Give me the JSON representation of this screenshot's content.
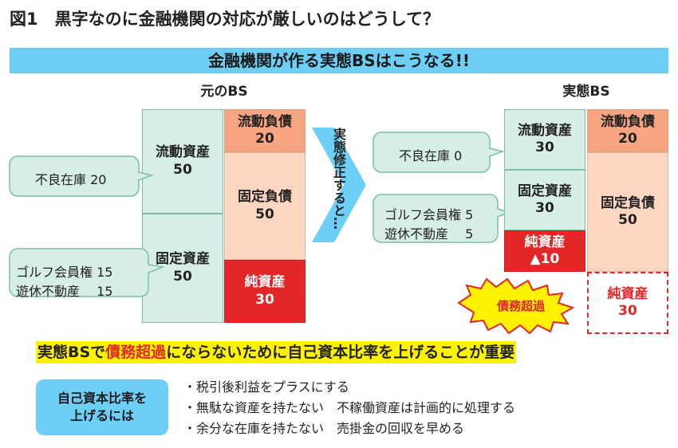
{
  "title": "図1　黒字なのに金融機関の対応が厳しいのはどうして？",
  "banner": "金融機関が作る実態BSはこうなる!!",
  "original_bs": {
    "title": "元のBS",
    "current_assets": {
      "label": "流動資産",
      "value": "50"
    },
    "fixed_assets": {
      "label": "固定資産",
      "value": "50"
    },
    "current_liabilities": {
      "label": "流動負債",
      "value": "20"
    },
    "fixed_liabilities": {
      "label": "固定負債",
      "value": "50"
    },
    "net_assets": {
      "label": "純資産",
      "value": "30"
    },
    "callout_inventory": "不良在庫 20",
    "callout_fixed_line1": "ゴルフ会員権 15",
    "callout_fixed_line2": "遊休不動産　 15"
  },
  "arrow_text": "実態修正すると…",
  "actual_bs": {
    "title": "実態BS",
    "current_assets": {
      "label": "流動資産",
      "value": "30"
    },
    "fixed_assets": {
      "label": "固定資産",
      "value": "30"
    },
    "net_assets_negative": {
      "label": "純資産",
      "value": "▲10"
    },
    "current_liabilities": {
      "label": "流動負債",
      "value": "20"
    },
    "fixed_liabilities": {
      "label": "固定負債",
      "value": "50"
    },
    "net_assets_original": {
      "label": "純資産",
      "value": "30"
    },
    "callout_inventory": "不良在庫 0",
    "callout_fixed_line1": "ゴルフ会員権 5",
    "callout_fixed_line2": "遊休不動産　 5",
    "burst_label": "債務超過"
  },
  "headline": {
    "part1": "実態BSで",
    "highlight": "債務超過",
    "part2": "にならないために自己資本比率を上げることが重要"
  },
  "method_box": {
    "line1": "自己資本比率を",
    "line2": "上げるには"
  },
  "bullets": [
    "・税引後利益をプラスにする",
    "・無駄な資産を持たない　不稼働資産は計画的に処理する",
    "・余分な在庫を持たない　売掛金の回収を早める"
  ],
  "colors": {
    "banner": "#6dcff6",
    "asset": "#d7ede7",
    "liability_top": "#f7a481",
    "liability": "#fcd6c1",
    "equity": "#e32626",
    "highlight": "#fff200",
    "burst": "#fff200"
  }
}
